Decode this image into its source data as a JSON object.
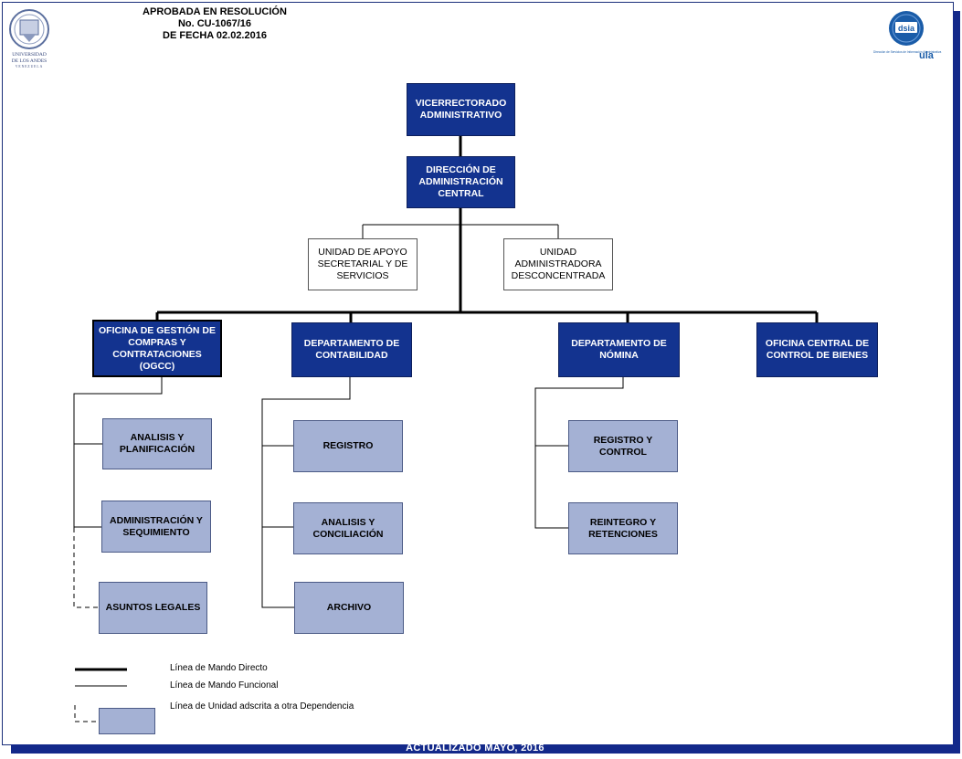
{
  "header": {
    "line1": "APROBADA EN RESOLUCIÓN",
    "line2": "No. CU-1067/16",
    "line3": "DE FECHA 02.02.2016"
  },
  "logos": {
    "left": {
      "name": "UNIVERSIDAD DE LOS ANDES",
      "text1": "UNIVERSIDAD",
      "text2": "DE LOS ANDES",
      "text3": "VENEZUELA"
    },
    "right": {
      "abbr": "dsia",
      "caption": "Dirección de Servicios de Información Administrativa",
      "brand": "ula"
    }
  },
  "nodes": {
    "vicerrectorado": "VICERRECTORADO ADMINISTRATIVO",
    "direccion": "DIRECCIÓN DE ADMINISTRACIÓN CENTRAL",
    "apoyo": "UNIDAD DE APOYO SECRETARIAL Y DE SERVICIOS",
    "desconcentrada": "UNIDAD ADMINISTRADORA DESCONCENTRADA",
    "ogcc": "OFICINA DE GESTIÓN DE COMPRAS Y CONTRATACIONES (OGCC)",
    "contabilidad": "DEPARTAMENTO DE CONTABILIDAD",
    "nomina": "DEPARTAMENTO DE NÓMINA",
    "bienes": "OFICINA CENTRAL DE CONTROL DE BIENES",
    "analisis_planificacion": "ANALISIS Y PLANIFICACIÓN",
    "administracion_seguimiento": "ADMINISTRACIÓN Y SEQUIMIENTO",
    "asuntos_legales": "ASUNTOS LEGALES",
    "registro": "REGISTRO",
    "analisis_conciliacion": "ANALISIS Y CONCILIACIÓN",
    "archivo": "ARCHIVO",
    "registro_control": "REGISTRO Y CONTROL",
    "reintegro_retenciones": "REINTEGRO Y RETENCIONES"
  },
  "legend": {
    "directo": "Línea de Mando Directo",
    "funcional": "Línea de Mando Funcional",
    "adscrita": "Línea de Unidad adscrita a otra Dependencia"
  },
  "footer": "ACTUALIZADO MAYO, 2016",
  "colors": {
    "dark_box": "#13338f",
    "light_box": "#a4b1d4",
    "frame_shadow": "#13298a"
  }
}
